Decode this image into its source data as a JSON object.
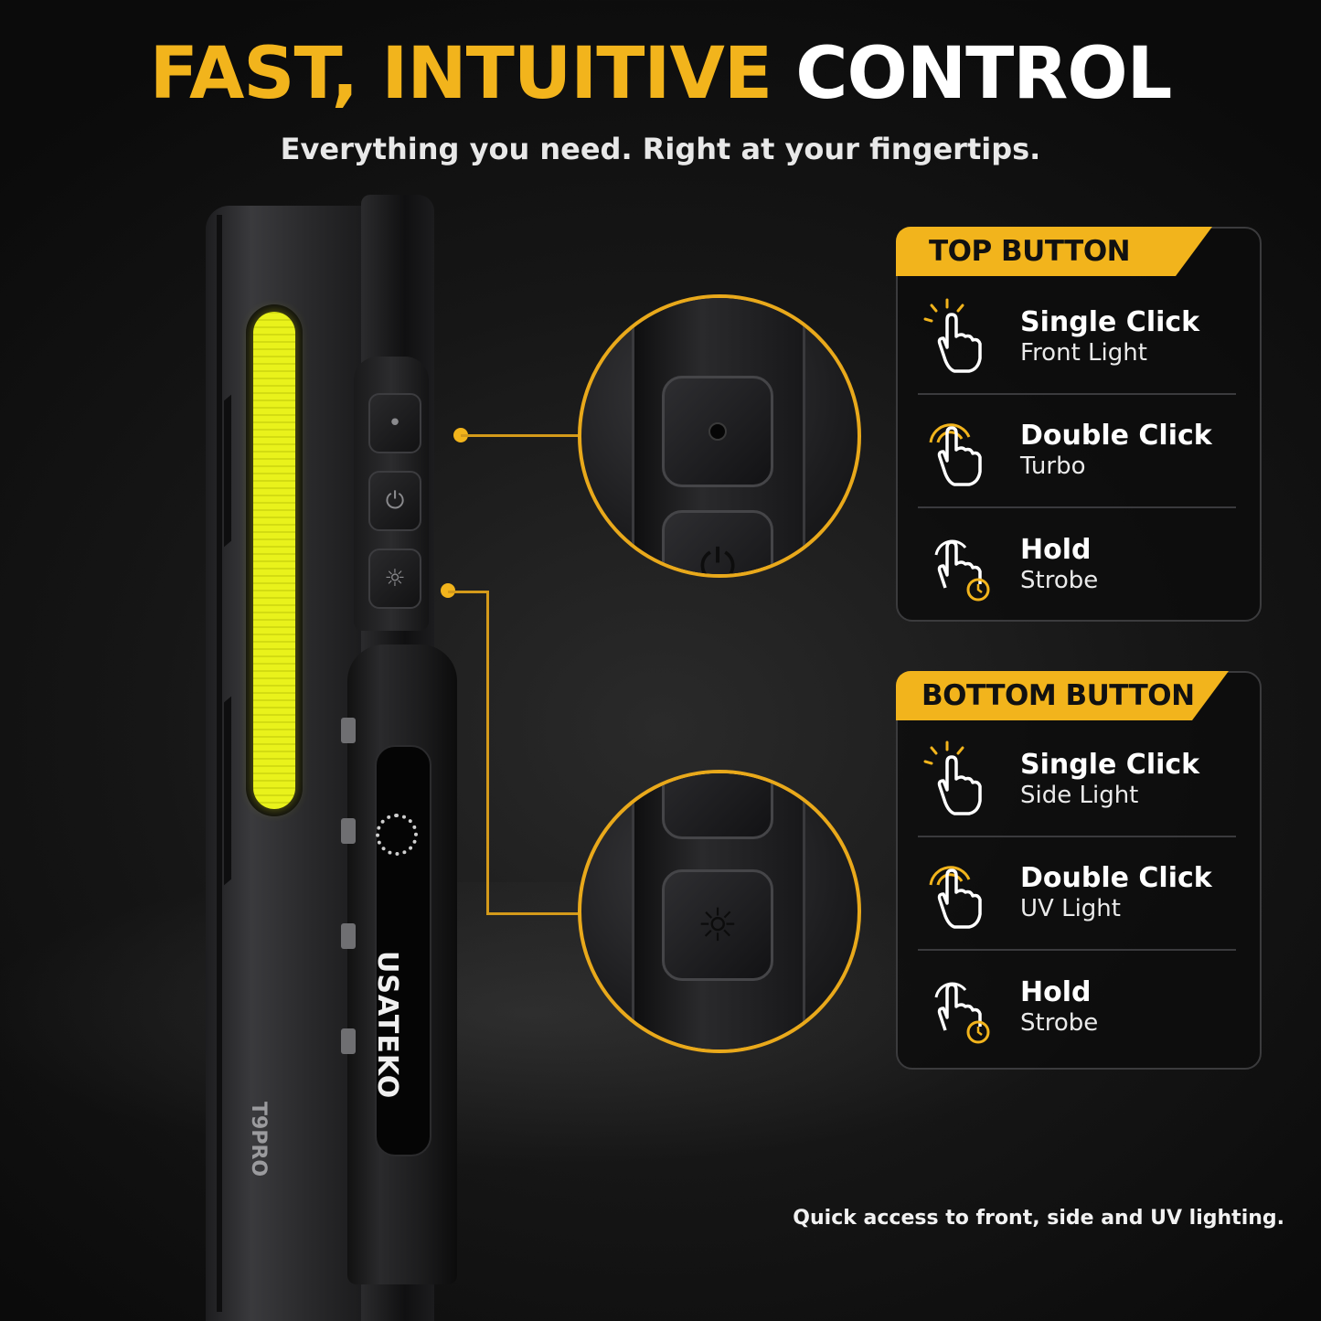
{
  "headline": {
    "part1": "FAST, INTUITIVE",
    "part2": "CONTROL"
  },
  "subhead": "Everything you need. Right at your fingertips.",
  "product": {
    "brand": "USATEKO",
    "model": "T9PRO"
  },
  "top_panel": {
    "title": "TOP BUTTON",
    "rows": [
      {
        "action": "Single Click",
        "result": "Front Light",
        "icon": "tap-icon"
      },
      {
        "action": "Double Click",
        "result": "Turbo",
        "icon": "double-tap-icon"
      },
      {
        "action": "Hold",
        "result": "Strobe",
        "icon": "hold-icon"
      }
    ]
  },
  "bottom_panel": {
    "title": "BOTTOM BUTTON",
    "rows": [
      {
        "action": "Single Click",
        "result": "Side Light",
        "icon": "tap-icon"
      },
      {
        "action": "Double Click",
        "result": "UV Light",
        "icon": "double-tap-icon"
      },
      {
        "action": "Hold",
        "result": "Strobe",
        "icon": "hold-icon"
      }
    ]
  },
  "footnote": "Quick access to front, side and UV lighting.",
  "colors": {
    "accent": "#f2b41c",
    "background": "#121212",
    "cob": "#e9f21b"
  }
}
